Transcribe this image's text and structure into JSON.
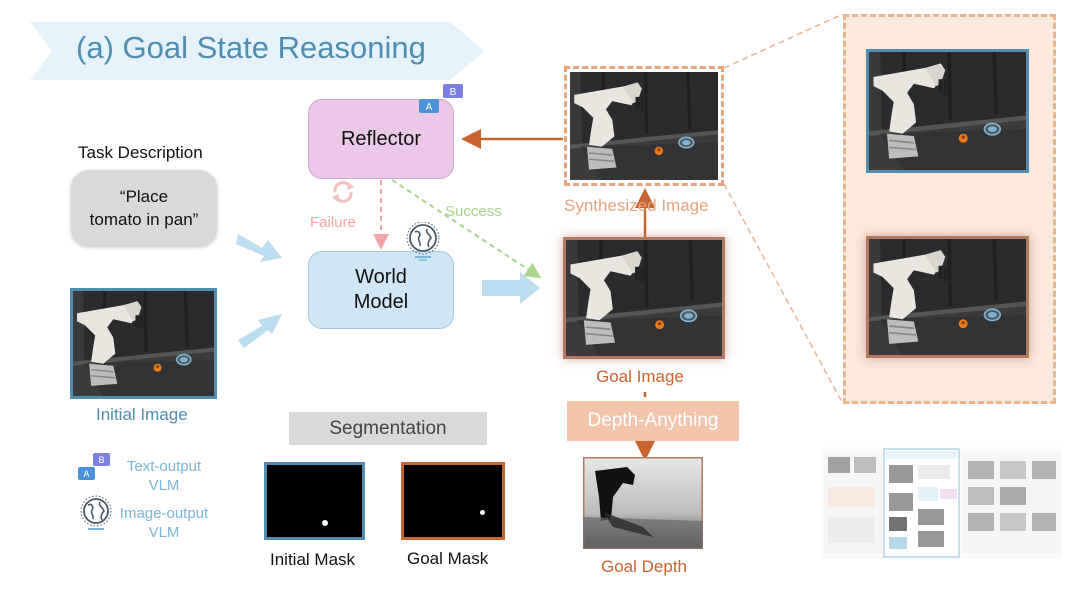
{
  "title": "(a) Goal State Reasoning",
  "task": {
    "heading": "Task Description",
    "text_line1": "“Place",
    "text_line2": "tomato in pan”"
  },
  "nodes": {
    "reflector": "Reflector",
    "world_model_line1": "World",
    "world_model_line2": "Model",
    "depth_anything": "Depth-Anything",
    "segmentation": "Segmentation"
  },
  "edges": {
    "failure": "Failure",
    "success": "Success"
  },
  "captions": {
    "initial_image": "Initial Image",
    "synthesized_image": "Synthesized Image",
    "goal_image": "Goal Image",
    "goal_depth": "Goal Depth",
    "initial_mask": "Initial Mask",
    "goal_mask": "Goal Mask"
  },
  "legend": {
    "text_vlm_line1": "Text-output",
    "text_vlm_line2": "VLM",
    "image_vlm_line1": "Image-output",
    "image_vlm_line2": "VLM"
  },
  "colors": {
    "blue": "#4f8db3",
    "orange": "#c8642f",
    "pink_box": "#ebc8e8",
    "blue_box": "#cfe6f5",
    "arrow_light": "#bcdcf0",
    "success_green": "#a9d48c",
    "failure_pink": "#f0a6a6"
  },
  "icons": [
    "text-vlm-icon",
    "world-globe-icon",
    "refresh-icon",
    "thumbnail-diagram"
  ]
}
